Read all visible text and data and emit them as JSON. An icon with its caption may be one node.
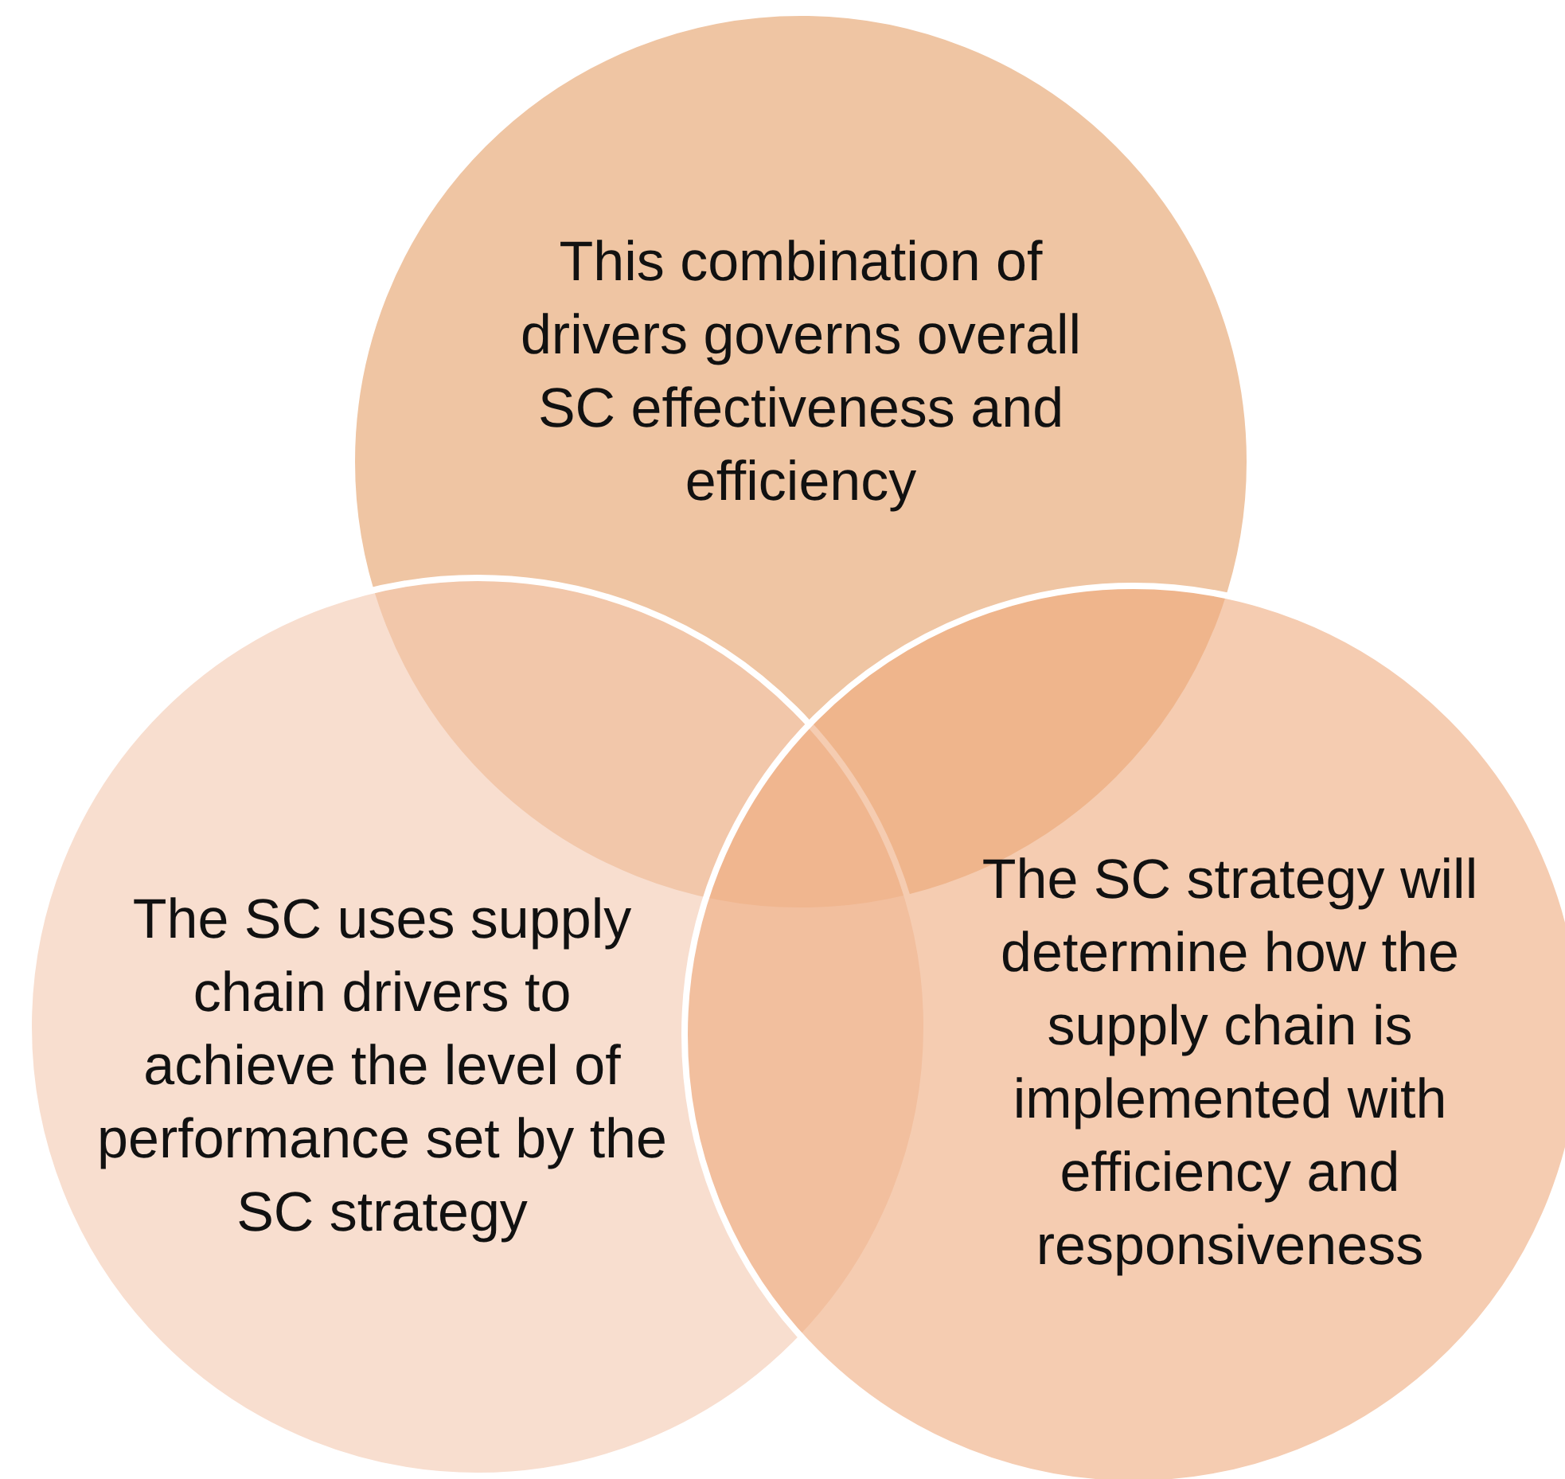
{
  "diagram": {
    "nodes": [
      {
        "text": [
          "This combination of drivers governs overall SC effectiveness and efficiency"
        ]
      },
      {
        "text": [
          "The SC uses supply chain drivers to achieve the level of performance set by the SC strategy"
        ]
      },
      {
        "text": [
          "The SC strategy will determine how the supply chain is implemented with efficiency and responsiveness"
        ]
      }
    ]
  }
}
